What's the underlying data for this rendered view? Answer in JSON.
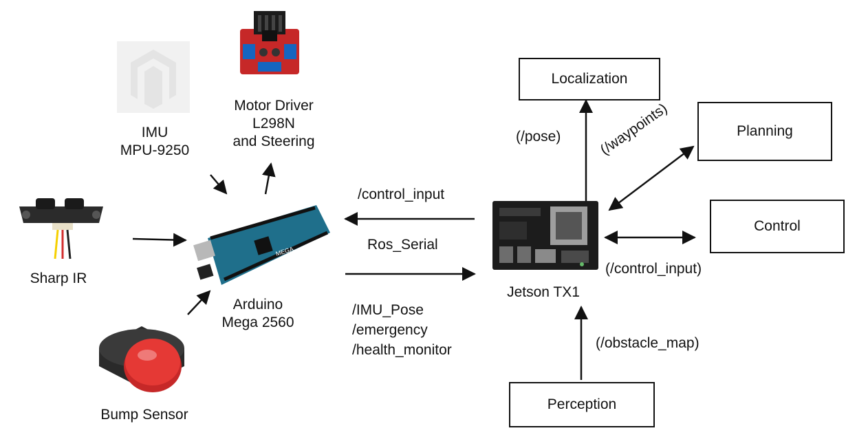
{
  "nodes": {
    "imu": {
      "line1": "IMU",
      "line2": "MPU-9250"
    },
    "motor_driver": {
      "line1": "Motor Driver",
      "line2": "L298N",
      "line3": "and Steering"
    },
    "sharp_ir": {
      "label": "Sharp IR"
    },
    "bump_sensor": {
      "label": "Bump Sensor"
    },
    "arduino": {
      "line1": "Arduino",
      "line2": "Mega 2560"
    },
    "jetson": {
      "label": "Jetson TX1"
    },
    "localization": {
      "label": "Localization"
    },
    "planning": {
      "label": "Planning"
    },
    "control": {
      "label": "Control"
    },
    "perception": {
      "label": "Perception"
    }
  },
  "edges": {
    "pose": "(/pose)",
    "waypoints": "(/waypoints)",
    "control_input_right": "(/control_input)",
    "obstacle_map": "(/obstacle_map)",
    "control_input_left": "/control_input",
    "ros_serial": "Ros_Serial",
    "up_topics": [
      "/IMU_Pose",
      "/emergency",
      "/health_monitor"
    ]
  },
  "colors": {
    "board_blue": "#1f6f8b",
    "jetson_black": "#1c1c1c",
    "motor_red": "#c62828",
    "button_red": "#e53935",
    "sensor_dark": "#2b2b2b"
  },
  "icons": [
    "imu-logo-icon",
    "motor-driver-board-icon",
    "sharp-ir-sensor-icon",
    "bump-button-icon",
    "arduino-board-icon",
    "jetson-board-icon"
  ]
}
